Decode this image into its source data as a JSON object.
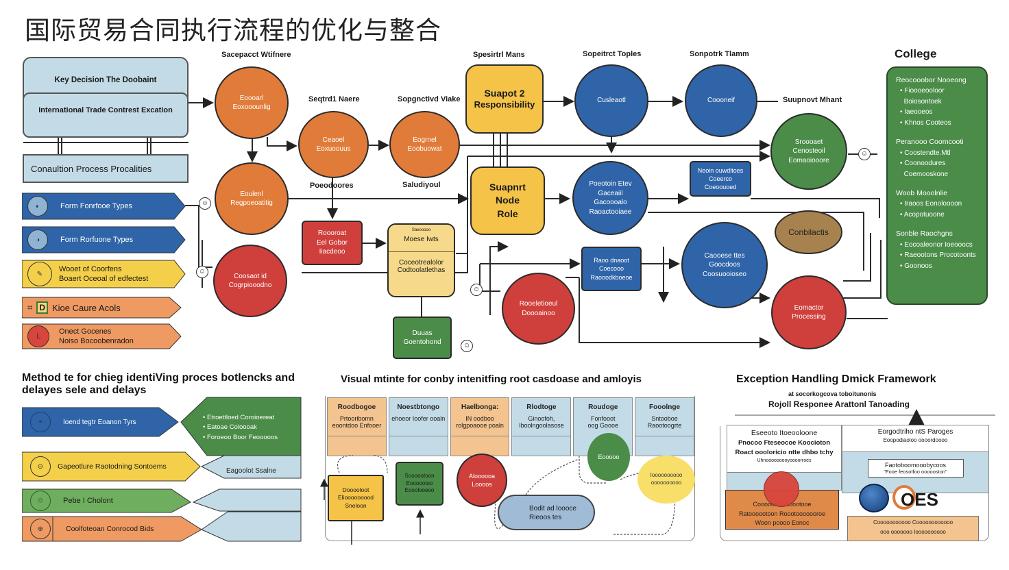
{
  "title": "国际贸易合同执行流程的优化与整合",
  "left_panel": {
    "top_box": {
      "header": "Key Decision The Doobaint",
      "body": "International Trade Contrest Excation"
    },
    "consult_box": "Conaultion Process Procalities",
    "arrows": [
      {
        "label": "Form Fonrfooe Types",
        "color": "#2f64a8",
        "icon": "globe-icon"
      },
      {
        "label": "Form Rorfuone Types",
        "color": "#2f64a8",
        "icon": "globe-icon"
      },
      {
        "label_line1": "Wooet of Coorfens",
        "label_line2": "Boaert Oceoal of edfectest",
        "color": "#f4cf4a",
        "icon": "stamp-icon"
      },
      {
        "label": "Kioe Caure Acols",
        "color": "#ee9a62",
        "icon": "document-icon"
      },
      {
        "label_line1": "Onect Gocenes",
        "label_line2": "Noiso Bocoobenradon",
        "color": "#ee9a62",
        "icon": "seal-icon"
      }
    ]
  },
  "flow": {
    "labels": {
      "top1": "Sacepacct Wtifnere",
      "top2": "Seqtrd1 Naere",
      "top3": "Sopgnctivd Viake",
      "top4": "Spesirtrl Mans",
      "top5": "Sopeitrct Toples",
      "top6": "Sonpotrk Tlamm",
      "support_mant": "Suupnovt Mhant",
      "procedures": "Poeodoores",
      "subdue": "Saludiyoul",
      "college": "College"
    },
    "nodes": {
      "o1": [
        "Eoooarl",
        "Eoxooounlig"
      ],
      "o2": [
        "Ceaoel",
        "Eoxuoouus"
      ],
      "o3": [
        "Eogrnel",
        "Eoobuowat"
      ],
      "o4": [
        "Eoulenl",
        "Regpoeoatitig"
      ],
      "r1": [
        "Coosaot id",
        "Cogrpiooodno"
      ],
      "rect_red": [
        "Roooroat",
        "Eel Gobor",
        "Iiacdeoo"
      ],
      "rect_yellow": {
        "small": "Saeooooo",
        "head": "Moese Iwts",
        "body": [
          "Coceotrealolor",
          "Codtoolatlethas"
        ]
      },
      "rect_green": [
        "Duuas",
        "Goentohond"
      ],
      "y1": [
        "Suapot 2",
        "Responsibility"
      ],
      "y2": [
        "Suapnrt",
        "Node",
        "Role"
      ],
      "b1": [
        "Cusleaotl"
      ],
      "b2": [
        "Coooneif"
      ],
      "b3": [
        "Poeotoin Etev",
        "Gaceaiil",
        "Gacoooalo",
        "Raoactooiaee"
      ],
      "b_rect1": [
        "Neoin ouwdltoes",
        "Coeerco",
        "Coeoouoed"
      ],
      "b_rect2": [
        "Raoo dnaoot",
        "Coecooo",
        "Raooodkboeoe"
      ],
      "b4": [
        "Caooese ttes",
        "Goocdoos",
        "Coosuooioseo"
      ],
      "g1": [
        "Sroooaet",
        "Cenosteoil",
        "Eomaoiooore"
      ],
      "tan1": [
        "Conbilactis"
      ],
      "r2": [
        "Rooeletioeul",
        "Doooainoo"
      ],
      "r3": [
        "Eomactor",
        "Processing"
      ]
    },
    "college_groups": [
      {
        "head": "Reocooobor Nooeong",
        "items": [
          "Fioooeooloor",
          "Boiosontoek",
          "Iaeooeos",
          "Khnos Cooteos"
        ]
      },
      {
        "head": "Peranooo Coomcooti",
        "items": [
          "Coostendte.Mtl",
          "Coonoodures",
          "Coemooskone"
        ]
      },
      {
        "head": "Woob Mooolnlie",
        "items": [
          "Iraoos Eonoloooon",
          "Acopotuoone"
        ]
      },
      {
        "head": "Sonble Raochgns",
        "items": [
          "Eocoaleonor Ioeooocs",
          "Raeootons Procotoonts",
          "Goonoos"
        ]
      }
    ]
  },
  "bottom_left": {
    "heading": "Method te for chieg identiVing proces botlencks and delayes sele and delays",
    "rows": [
      {
        "label": "Ioend tegtr Eoanon Tyrs",
        "color": "#2f64a8",
        "text_color": "#ffffff",
        "icon": "helmet-icon"
      },
      {
        "label": "Gapeotlure Raotodning Sontoems",
        "color": "#f4cf4a",
        "text_color": "#1a1a1a",
        "icon": "stamp-icon"
      },
      {
        "label": "Pebe I Cholont",
        "color": "#6fae5e",
        "text_color": "#1a1a1a",
        "icon": "recycle-icon"
      },
      {
        "label": "Coolfoteoan Conrocod Bids",
        "color": "#ee9a62",
        "text_color": "#1a1a1a",
        "icon": "scale-icon"
      }
    ],
    "right_green": [
      "Etroettloed Coroioereat",
      "Eatoae Coloooak",
      "Foroeoo Boor Feooooos"
    ],
    "right_blue": "Eagoolot Ssalne"
  },
  "bottom_mid": {
    "heading": "Visual mtinte for conby intenitfing root casdoase and amloyis",
    "columns": [
      {
        "head": "Roodbogoe",
        "sub": [
          "Prtooribomn",
          "eoontdoo Enfooer"
        ],
        "color": "#f3c48f"
      },
      {
        "head": "Noestbtongo",
        "sub": [
          "ehoeor Ioofer ooaln"
        ],
        "color": "#c3dbe6"
      },
      {
        "head": "Haelbonga:",
        "sub": [
          "IN oodboo",
          "rolgpoaooe poaln"
        ],
        "color": "#f3c48f"
      },
      {
        "head": "Rlodtoge",
        "sub": [
          "Ginoofoh,",
          "Iboolngoolasose"
        ],
        "color": "#c3dbe6"
      },
      {
        "head": "Roudoge",
        "sub": [
          "Fonfooot",
          "oog Goooe"
        ],
        "color": "#c3dbe6"
      },
      {
        "head": "Fooolnge",
        "sub": [
          "Sntooboe",
          "Raootoogrte"
        ],
        "color": "#c3dbe6"
      }
    ],
    "shapes": {
      "yellow_box": [
        "Dooooloot",
        "Eliooooooood",
        "Sneloon"
      ],
      "green_box": [
        "Soooootoon",
        "Eoooootoo",
        "Eooolooeoo"
      ],
      "red_circle": [
        "Aloooooa",
        "Loooos"
      ],
      "green_circle": "Eooooo",
      "yellow_circle": [
        "Ioooooooooo",
        "oooooooooo"
      ],
      "cloud": [
        "Bodit ad loooce",
        "Rieoos tes"
      ]
    }
  },
  "bottom_right": {
    "heading": "Exception Handling Dmick Framework",
    "sub_small": "at socorkogcova toboitunonis",
    "sub_main": "Rojoll Responee Arattonl Tanoading",
    "left_box": {
      "title": "Eseeoto Itoeooloone",
      "line2": "Pnocoo Fteseocoe Koocioton",
      "line3": "Roact oooloricio ntte dhbo tchy",
      "line4": "Uhnooooooooyoooorroes"
    },
    "right_box": {
      "title": "Eorgodtriho ntS Paroges",
      "sub": "Eoopodiaoloo oooordoooo",
      "inner_line1": "Faotoboomooobycoos",
      "inner_line2": "\"Fooe feosotfoo oooooston\""
    },
    "orange_left": [
      "Coooooao Ptoootooe",
      "Ratoooootoon Roootooooooroe",
      "Woon poooo Eonoc"
    ],
    "orange_right": [
      "Cooooooooooo Coooooooooooo",
      "ooo ooooooo Ioooooooooo"
    ],
    "logo_text": "OES"
  }
}
